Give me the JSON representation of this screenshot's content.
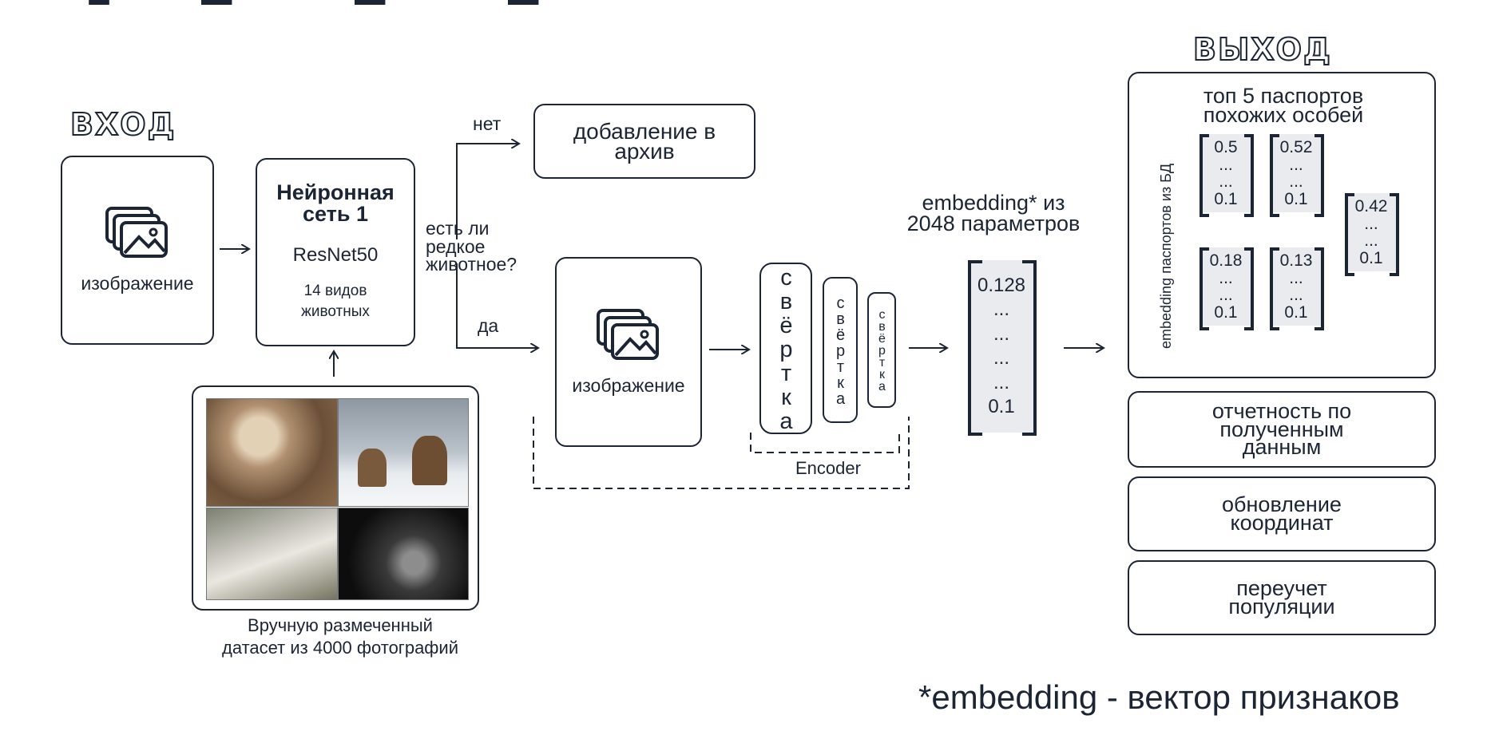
{
  "headings": {
    "input": "вход",
    "output": "выход"
  },
  "input_box": {
    "icon": "images-icon",
    "label": "изображение"
  },
  "nn_box": {
    "title": "Нейронная сеть 1",
    "model": "ResNet50",
    "classes": "14 видов животных"
  },
  "dataset": {
    "caption_line1": "Вручную размеченный",
    "caption_line2": "датасет из 4000 фотографий",
    "photos": [
      "manul",
      "deer",
      "snow-leopard",
      "night-camera"
    ]
  },
  "decision": {
    "question": "есть ли редкое животное?",
    "no_label": "нет",
    "yes_label": "да"
  },
  "archive_box": {
    "label": "добавление в архив"
  },
  "image_box2": {
    "icon": "images-icon",
    "label": "изображение"
  },
  "convolutions": {
    "label": "свёртка",
    "encoder_label": "Encoder"
  },
  "embedding": {
    "title_line1": "embedding* из",
    "title_line2": "2048 параметров",
    "values": [
      "0.128",
      "...",
      "...",
      "...",
      "...",
      "0.1"
    ]
  },
  "output": {
    "top5_title_line1": "топ 5 паспортов",
    "top5_title_line2": "похожих особей",
    "db_label": "embedding паспортов из БД",
    "db_vectors": [
      {
        "first": "0.5",
        "last": "0.1"
      },
      {
        "first": "0.52",
        "last": "0.1"
      },
      {
        "first": "0.18",
        "last": "0.1"
      },
      {
        "first": "0.13",
        "last": "0.1"
      }
    ],
    "query_vector": {
      "first": "0.42",
      "last": "0.1"
    },
    "ellipsis": "...",
    "report": "отчетность по полученным данным",
    "coords": "обновление координат",
    "recount": "переучет популяции"
  },
  "footnote": "*embedding - вектор признаков",
  "colors": {
    "ink": "#1c2533",
    "matrix_fill": "#e9ebee"
  }
}
